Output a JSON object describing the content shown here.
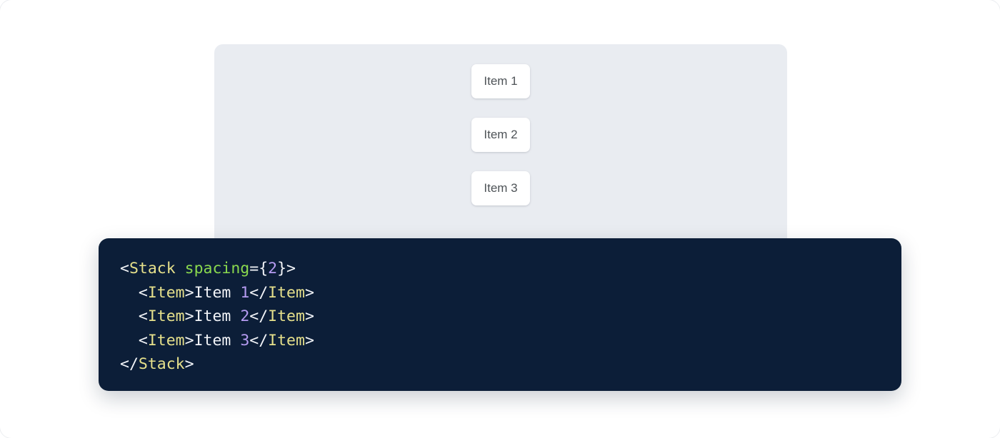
{
  "preview": {
    "panel_name": "stack-preview-panel",
    "background_color": "#e9ecf1",
    "items": [
      {
        "label": "Item 1"
      },
      {
        "label": "Item 2"
      },
      {
        "label": "Item 3"
      }
    ]
  },
  "code": {
    "language": "jsx",
    "background_color": "#0c1e38",
    "colors": {
      "punctuation": "#f2f4f8",
      "tag": "#e6e08b",
      "attribute": "#8ad94e",
      "number": "#b69cf2",
      "text": "#f2f4f8"
    },
    "full_text": "<Stack spacing={2}>\n  <Item>Item 1</Item>\n  <Item>Item 2</Item>\n  <Item>Item 3</Item>\n</Stack>",
    "lines": [
      {
        "indent": "",
        "tokens": [
          {
            "t": "<",
            "k": "punct"
          },
          {
            "t": "Stack",
            "k": "tag"
          },
          {
            "t": " ",
            "k": "punct"
          },
          {
            "t": "spacing",
            "k": "attr"
          },
          {
            "t": "={",
            "k": "punct"
          },
          {
            "t": "2",
            "k": "num"
          },
          {
            "t": "}>",
            "k": "punct"
          }
        ]
      },
      {
        "indent": "  ",
        "tokens": [
          {
            "t": "<",
            "k": "punct"
          },
          {
            "t": "Item",
            "k": "tag"
          },
          {
            "t": ">",
            "k": "punct"
          },
          {
            "t": "Item ",
            "k": "text"
          },
          {
            "t": "1",
            "k": "num"
          },
          {
            "t": "</",
            "k": "punct"
          },
          {
            "t": "Item",
            "k": "tag"
          },
          {
            "t": ">",
            "k": "punct"
          }
        ]
      },
      {
        "indent": "  ",
        "tokens": [
          {
            "t": "<",
            "k": "punct"
          },
          {
            "t": "Item",
            "k": "tag"
          },
          {
            "t": ">",
            "k": "punct"
          },
          {
            "t": "Item ",
            "k": "text"
          },
          {
            "t": "2",
            "k": "num"
          },
          {
            "t": "</",
            "k": "punct"
          },
          {
            "t": "Item",
            "k": "tag"
          },
          {
            "t": ">",
            "k": "punct"
          }
        ]
      },
      {
        "indent": "  ",
        "tokens": [
          {
            "t": "<",
            "k": "punct"
          },
          {
            "t": "Item",
            "k": "tag"
          },
          {
            "t": ">",
            "k": "punct"
          },
          {
            "t": "Item ",
            "k": "text"
          },
          {
            "t": "3",
            "k": "num"
          },
          {
            "t": "</",
            "k": "punct"
          },
          {
            "t": "Item",
            "k": "tag"
          },
          {
            "t": ">",
            "k": "punct"
          }
        ]
      },
      {
        "indent": "",
        "tokens": [
          {
            "t": "</",
            "k": "punct"
          },
          {
            "t": "Stack",
            "k": "tag"
          },
          {
            "t": ">",
            "k": "punct"
          }
        ]
      }
    ]
  }
}
